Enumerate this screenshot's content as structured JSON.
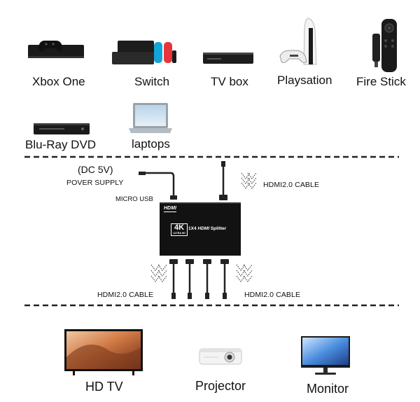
{
  "sources": [
    {
      "label": "Xbox One",
      "icon": "xbox-console-icon"
    },
    {
      "label": "Switch",
      "icon": "switch-console-icon"
    },
    {
      "label": "TV box",
      "icon": "tv-box-icon"
    },
    {
      "label": "Playsation",
      "icon": "playstation-console-icon"
    },
    {
      "label": "Fire Stick",
      "icon": "fire-stick-icon"
    },
    {
      "label": "Blu-Ray DVD",
      "icon": "bluray-player-icon"
    },
    {
      "label": "laptops",
      "icon": "laptop-icon"
    }
  ],
  "power": {
    "voltage": "(DC 5V)",
    "supply": "POVER SUPPLY",
    "port": "MICRO USB"
  },
  "splitter": {
    "brand": "HDMI",
    "resolution": "4K",
    "resolution_sub": "ULTRA HD",
    "name_prefix": "1X4",
    "name_brand": "HDMI",
    "name_suffix": "Splitter"
  },
  "cables": {
    "input_cable": "HDMI2.0 CABLE",
    "output_left": "HDMI2.0 CABLE",
    "output_right": "HDMI2.0 CABLE"
  },
  "displays": [
    {
      "label": "HD TV",
      "icon": "tv-icon"
    },
    {
      "label": "Projector",
      "icon": "projector-icon"
    },
    {
      "label": "Monitor",
      "icon": "monitor-icon"
    }
  ],
  "colors": {
    "device_black": "#111111",
    "divider": "#222222",
    "background": "#ffffff"
  }
}
